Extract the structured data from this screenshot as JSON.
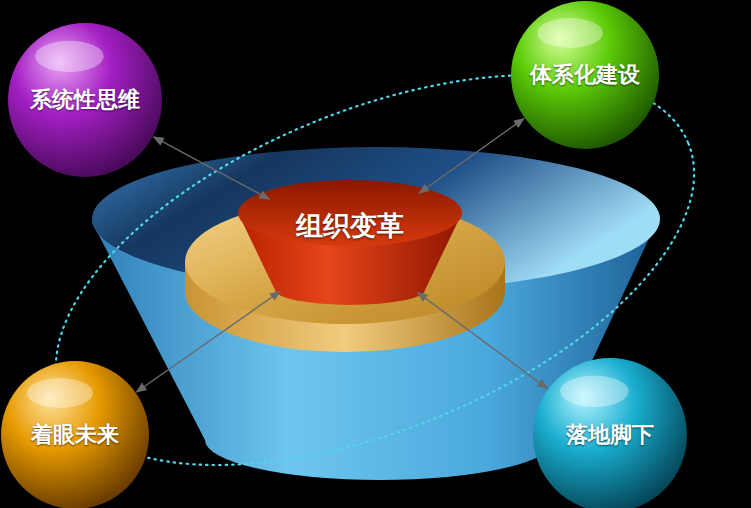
{
  "diagram": {
    "nodes": [
      {
        "text": [
          "系统性思维"
        ]
      },
      {
        "text": [
          "体系化建设"
        ]
      },
      {
        "text": [
          "组织变革"
        ]
      },
      {
        "text": [
          "着眼未来"
        ]
      },
      {
        "text": [
          "落地脚下"
        ]
      }
    ],
    "edges": [
      {
        "from": 2,
        "to": 0,
        "arrow": "both"
      },
      {
        "from": 2,
        "to": 1,
        "arrow": "both"
      },
      {
        "from": 2,
        "to": 3,
        "arrow": "both"
      },
      {
        "from": 2,
        "to": 4,
        "arrow": "both"
      }
    ]
  }
}
